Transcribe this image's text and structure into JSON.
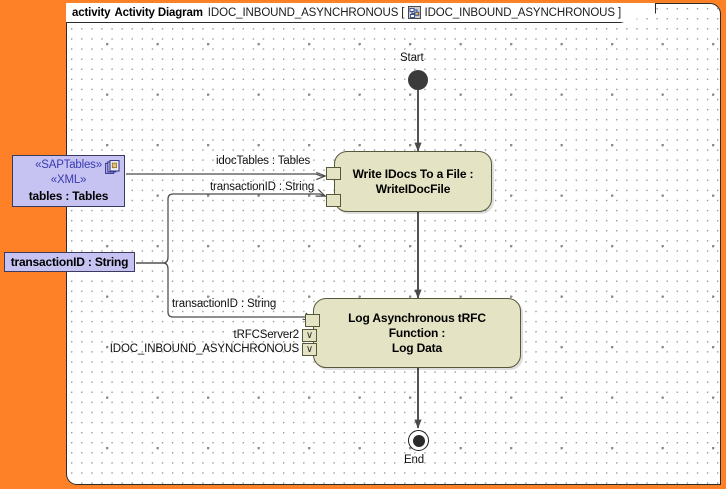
{
  "frame": {
    "kind_label": "activity",
    "type_label": "Activity Diagram",
    "name": "IDOC_INBOUND_ASYNCHRONOUS",
    "bracket_open": "[",
    "bracket_close": "]",
    "context_name": "IDOC_INBOUND_ASYNCHRONOUS",
    "context_icon": "activity-diagram-icon"
  },
  "colors": {
    "page_background": "#FF8127",
    "canvas": "#FFFFFF",
    "activity_fill": "#E4E3C4",
    "activity_border": "#57573C",
    "object_fill": "#C6C3F2",
    "object_border": "#3A3A5E",
    "stereotype_text": "#3A3AB0",
    "edge": "#4A4A4A"
  },
  "nodes": {
    "start": {
      "label": "Start",
      "type": "initial-node"
    },
    "end": {
      "label": "End",
      "type": "final-node"
    },
    "write_idocs": {
      "line1": "Write IDocs To a File :",
      "line2": "WriteIDocFile",
      "pins": [
        {
          "name": "idocTables-pin",
          "glyph": ""
        },
        {
          "name": "transactionid-pin",
          "glyph": ""
        }
      ]
    },
    "log_trfc": {
      "line1": "Log Asynchronous tRFC Function :",
      "line2": "Log Data",
      "pins": [
        {
          "name": "transactionid-pin",
          "glyph": ""
        },
        {
          "name": "trfcserver2-pin",
          "glyph": "∨"
        },
        {
          "name": "idoc-inbound-pin",
          "glyph": "∨"
        }
      ]
    },
    "sap_tables": {
      "stereotype1": "«SAPTables»",
      "stereotype2": "«XML»",
      "title": "tables : Tables",
      "icon": "stacked-documents-icon"
    },
    "transaction_id": {
      "title": "transactionID : String"
    }
  },
  "edge_labels": {
    "idoc_tables": "idocTables : Tables",
    "transaction_id_top": "transactionID : String",
    "transaction_id_bottom": "transactionID : String",
    "trfc_server2": "tRFCServer2",
    "idoc_inbound_asynchronous": "IDOC_INBOUND_ASYNCHRONOUS"
  }
}
